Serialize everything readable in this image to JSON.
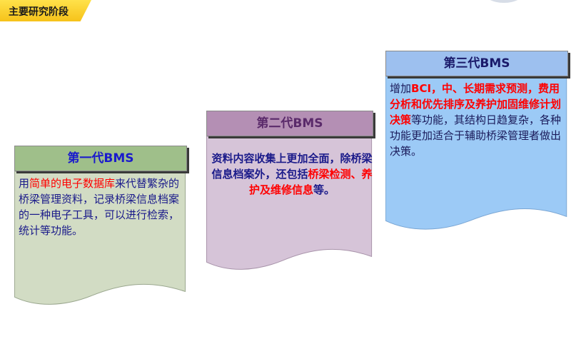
{
  "slide_title": "主要研究阶段",
  "colors": {
    "tag_yellow": "#f6c21a",
    "card1_head": "#9fbf8a",
    "card1_body": "#d2dcc4",
    "card2_head": "#b48fb4",
    "card2_body": "#d6c4d8",
    "card3_head": "#9dc0ef",
    "card3_body": "#9ccaf6",
    "highlight": "#ff0000",
    "text_blue": "#1a1a8a"
  },
  "cards": [
    {
      "title": "第一代BMS",
      "parts": [
        "用",
        "简单的电子数据库",
        "来代替繁杂的桥梁管理资料，记录桥梁信息档案的一种电子工具，可以进行检索，统计等功能。"
      ]
    },
    {
      "title": "第二代BMS",
      "parts": [
        "资料内容收集上更加全面，除桥梁信息档案外，还包括",
        "桥梁检测、养护及维修信息",
        "等。"
      ]
    },
    {
      "title": "第三代BMS",
      "parts": [
        "增加",
        "BCI",
        "，中、长期需求预测，费用分析和优先排序及养护加固维修计划决策",
        "等功能，其结构日趋复杂，各种功能更加适合于辅助桥梁管理者做出决策。"
      ]
    }
  ]
}
